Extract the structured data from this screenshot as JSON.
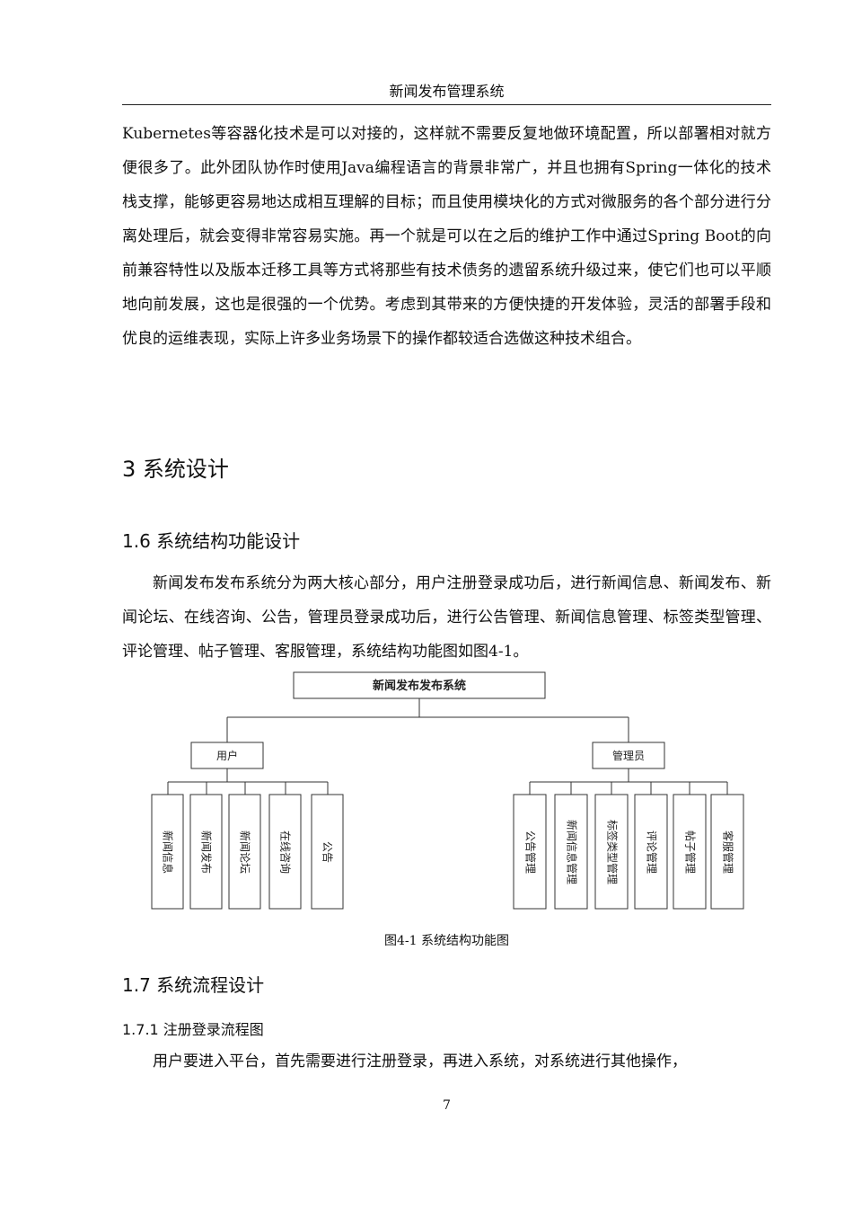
{
  "header": {
    "title": "新闻发布管理系统"
  },
  "body": {
    "para1": "Kubernetes等容器化技术是可以对接的，这样就不需要反复地做环境配置，所以部署相对就方便很多了。此外团队协作时使用Java编程语言的背景非常广，并且也拥有Spring一体化的技术栈支撑，能够更容易地达成相互理解的目标；而且使用模块化的方式对微服务的各个部分进行分离处理后，就会变得非常容易实施。再一个就是可以在之后的维护工作中通过Spring Boot的向前兼容特性以及版本迁移工具等方式将那些有技术债务的遗留系统升级过来，使它们也可以平顺地向前发展，这也是很强的一个优势。考虑到其带来的方便快捷的开发体验，灵活的部署手段和优良的运维表现，实际上许多业务场景下的操作都较适合选做这种技术组合。",
    "chapter_title": "3 系统设计",
    "section1_title": "1.6 系统结构功能设计",
    "para2": "新闻发布发布系统分为两大核心部分，用户注册登录成功后，进行新闻信息、新闻发布、新闻论坛、在线咨询、公告，管理员登录成功后，进行公告管理、新闻信息管理、标签类型管理、评论管理、帖子管理、客服管理，系统结构功能图如图4-1。",
    "section2_title": "1.7 系统流程设计",
    "subsection_title": "1.7.1 注册登录流程图",
    "para3": "用户要进入平台，首先需要进行注册登录，再进入系统，对系统进行其他操作，"
  },
  "diagram": {
    "root": "新闻发布发布系统",
    "user": {
      "label": "用户",
      "items": [
        "新闻信息",
        "新闻发布",
        "新闻论坛",
        "在线咨询",
        "公告"
      ]
    },
    "admin": {
      "label": "管理员",
      "items": [
        "公告管理",
        "新闻信息管理",
        "标签类型管理",
        "评论管理",
        "帖子管理",
        "客服管理"
      ]
    }
  },
  "caption": "图4-1 系统结构功能图",
  "page_number": "7"
}
